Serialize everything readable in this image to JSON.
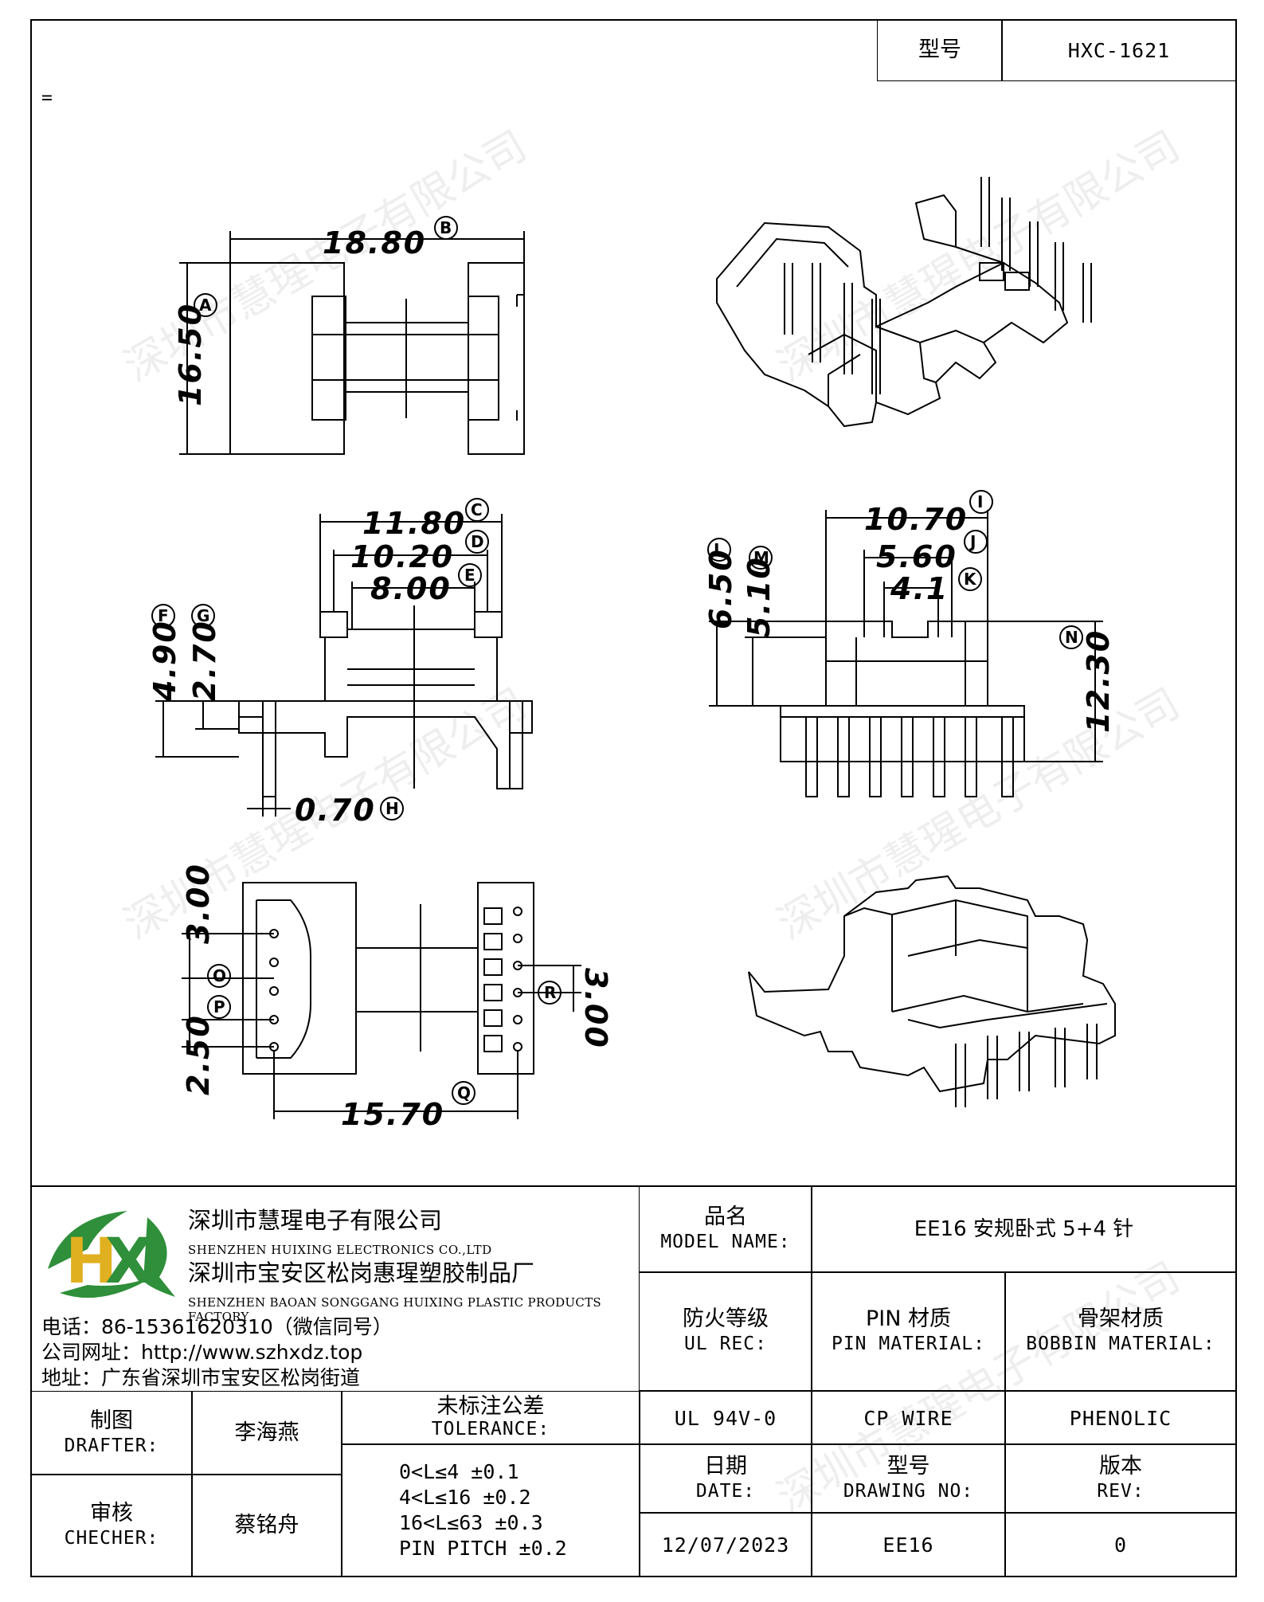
{
  "header": {
    "model_label": "型号",
    "model_value": "HXC-1621",
    "mark": "="
  },
  "watermark": "深圳市慧瑆电子有限公司",
  "drawing": {
    "top": {
      "width": "18.80",
      "width_ref": "B",
      "height": "16.50",
      "height_ref": "A"
    },
    "side": {
      "d1": "11.80",
      "d1_ref": "C",
      "d2": "10.20",
      "d2_ref": "D",
      "d3": "8.00",
      "d3_ref": "E",
      "h1": "4.90",
      "h1_ref": "F",
      "h2": "2.70",
      "h2_ref": "G",
      "pin": "0.70",
      "pin_ref": "H"
    },
    "front": {
      "w1": "10.70",
      "w1_ref": "I",
      "w2": "5.60",
      "w2_ref": "J",
      "w3": "4.1",
      "w3_ref": "K",
      "h1": "6.50",
      "h1_ref": "L",
      "h2": "5.10",
      "h2_ref": "M",
      "h3": "12.30",
      "h3_ref": "N"
    },
    "bottom": {
      "p1": "3.00",
      "p1_ref": "O",
      "p2": "2.50",
      "p2_ref": "P",
      "span": "15.70",
      "span_ref": "Q",
      "p3": "3.00",
      "p3_ref": "R"
    }
  },
  "company": {
    "logo_text": "HX",
    "name_cn": "深圳市慧瑆电子有限公司",
    "name_en": "SHENZHEN HUIXING ELECTRONICS CO.,LTD",
    "factory_cn": "深圳市宝安区松岗惠瑆塑胶制品厂",
    "factory_en": "SHENZHEN BAOAN SONGGANG HUIXING PLASTIC PRODUCTS FACTORY",
    "phone": "电话：86-15361620310（微信同号）",
    "web": "公司网址：http://www.szhxdz.top",
    "address": "地址：广东省深圳市宝安区松岗街道"
  },
  "table": {
    "model_name_cn": "品名",
    "model_name_en": "MODEL NAME:",
    "model_name_value": "EE16 安规卧式 5+4 针",
    "ul_cn": "防火等级",
    "ul_en": "UL REC:",
    "ul_value": "UL 94V-0",
    "pin_cn": "PIN 材质",
    "pin_en": "PIN MATERIAL:",
    "pin_value": "CP WIRE",
    "bobbin_cn": "骨架材质",
    "bobbin_en": "BOBBIN MATERIAL:",
    "bobbin_value": "PHENOLIC",
    "drafter_cn": "制图",
    "drafter_en": "DRAFTER:",
    "drafter_value": "李海燕",
    "checker_cn": "审核",
    "checker_en": "CHECHER:",
    "checker_value": "蔡铭舟",
    "tolerance_cn": "未标注公差",
    "tolerance_en": "TOLERANCE:",
    "tolerance_lines": [
      "0<L≤4  ±0.1",
      "4<L≤16 ±0.2",
      "16<L≤63 ±0.3",
      "PIN PITCH ±0.2"
    ],
    "date_cn": "日期",
    "date_en": "DATE:",
    "date_value": "12/07/2023",
    "drawing_no_cn": "型号",
    "drawing_no_en": "DRAWING NO:",
    "drawing_no_value": "EE16",
    "rev_cn": "版本",
    "rev_en": "REV:",
    "rev_value": "0"
  }
}
